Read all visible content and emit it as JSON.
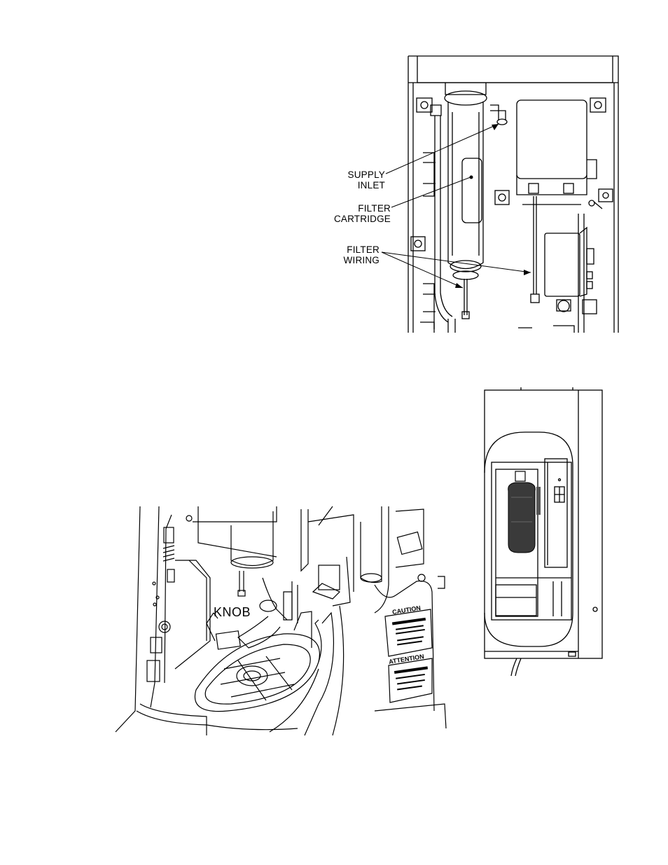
{
  "top_figure": {
    "callouts": {
      "supply_inlet": [
        "SUPPLY",
        "INLET"
      ],
      "filter_cartridge": [
        "FILTER",
        "CARTRIDGE"
      ],
      "filter_wiring": [
        "FILTER",
        "WIRING"
      ]
    }
  },
  "bottom_figure": {
    "callouts": {
      "knob": "KNOB"
    },
    "panel_labels": [
      "CAUTION",
      "ATTENTION"
    ]
  }
}
